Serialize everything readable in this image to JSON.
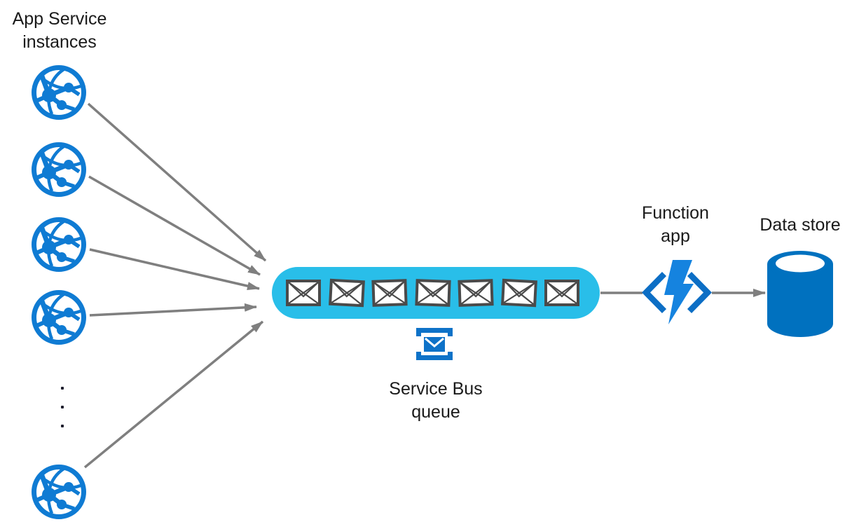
{
  "diagram_type": "azure-architecture-diagram",
  "labels": {
    "app_service": {
      "line1": "App Service",
      "line2": "instances"
    },
    "service_bus": {
      "line1": "Service Bus",
      "line2": "queue"
    },
    "function_app": {
      "line1": "Function",
      "line2": "app"
    },
    "data_store": {
      "text": "Data store"
    }
  },
  "nodes": {
    "app_service_instances": {
      "icon": "web-app-globe-icon",
      "visible_count": 5,
      "has_vertical_ellipsis": true
    },
    "service_bus_queue": {
      "icon": "service-bus-envelope-icon",
      "message_envelope_count": 7
    },
    "function_app": {
      "icon": "lightning-bolt-in-angle-brackets-icon"
    },
    "data_store": {
      "icon": "database-cylinder-icon"
    }
  },
  "edges": [
    {
      "from": "app-service-instance-1",
      "to": "service-bus-queue",
      "style": "gray-arrow"
    },
    {
      "from": "app-service-instance-2",
      "to": "service-bus-queue",
      "style": "gray-arrow"
    },
    {
      "from": "app-service-instance-3",
      "to": "service-bus-queue",
      "style": "gray-arrow"
    },
    {
      "from": "app-service-instance-4",
      "to": "service-bus-queue",
      "style": "gray-arrow"
    },
    {
      "from": "app-service-instance-5",
      "to": "service-bus-queue",
      "style": "gray-arrow"
    },
    {
      "from": "service-bus-queue",
      "to": "function-app",
      "style": "gray-line"
    },
    {
      "from": "function-app",
      "to": "data-store",
      "style": "gray-arrow"
    }
  ],
  "colors": {
    "web_app_blue": "#0F7BD3",
    "service_bus_blue": "#0E72C8",
    "function_bolt_blue": "#1583DF",
    "function_bracket_blue": "#0C6EC5",
    "data_store_blue": "#0071BF",
    "queue_pill_cyan": "#29BEE9",
    "arrow_gray": "#7F7F7F",
    "envelope_border_gray": "#4A4A4A",
    "text_color": "#1A1A1A",
    "background": "#FFFFFF"
  }
}
